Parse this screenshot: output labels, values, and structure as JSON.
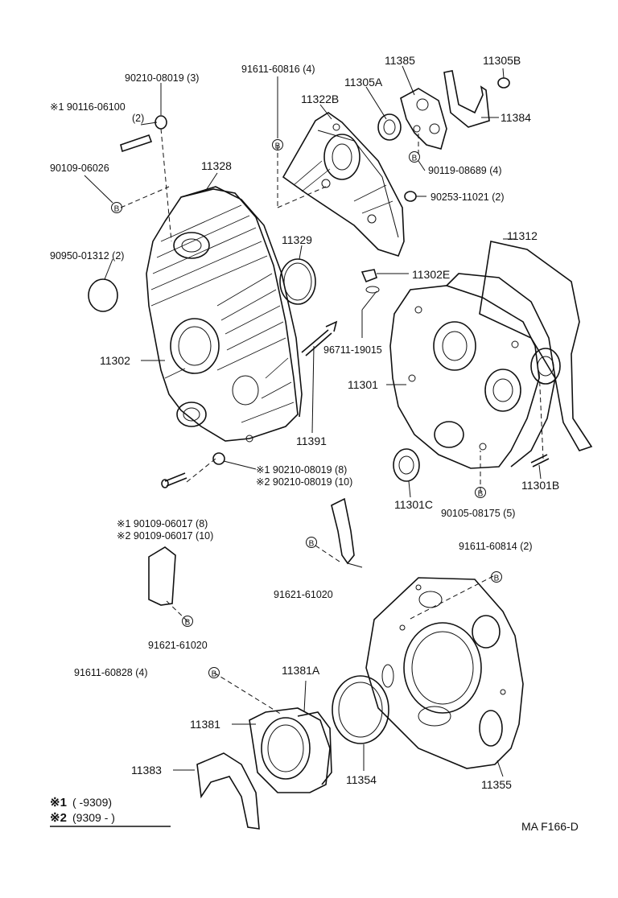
{
  "labels": {
    "p11385": "11385",
    "p11305b": "11305B",
    "p11305a": "11305A",
    "p11322b": "11322B",
    "p11384": "11384",
    "p90119": "90119-08689 (4)",
    "p90253": "90253-11021 (2)",
    "p91611_816": "91611-60816 (4)",
    "p90210_top": "90210-08019 (3)",
    "p90116": "※1 90116-06100",
    "p90116_qty": "(2)",
    "p90109_026": "90109-06026",
    "p11328": "11328",
    "p11329": "11329",
    "p90950": "90950-01312 (2)",
    "p11312": "11312",
    "p11302e": "11302E",
    "p96711": "96711-19015",
    "p11302": "11302",
    "p11301": "11301",
    "p11391": "11391",
    "p90210_1": "※1 90210-08019 (8)",
    "p90210_2": "※2 90210-08019 (10)",
    "p90109_1": "※1 90109-06017 (8)",
    "p90109_2": "※2 90109-06017 (10)",
    "p11301c": "11301C",
    "p11301b": "11301B",
    "p90105": "90105-08175 (5)",
    "p91611_814": "91611-60814 (2)",
    "p91621_a": "91621-61020",
    "p91621_b": "91621-61020",
    "p91611_828": "91611-60828 (4)",
    "p11381a": "11381A",
    "p11381": "11381",
    "p11383": "11383",
    "p11354": "11354",
    "p11355": "11355"
  },
  "bolt_marker": "B",
  "legend": {
    "row1_mark": "※1",
    "row1_range": "(      -9309)",
    "row2_mark": "※2",
    "row2_range": "(9309 -         )"
  },
  "footer_code": "MA  F166-D"
}
